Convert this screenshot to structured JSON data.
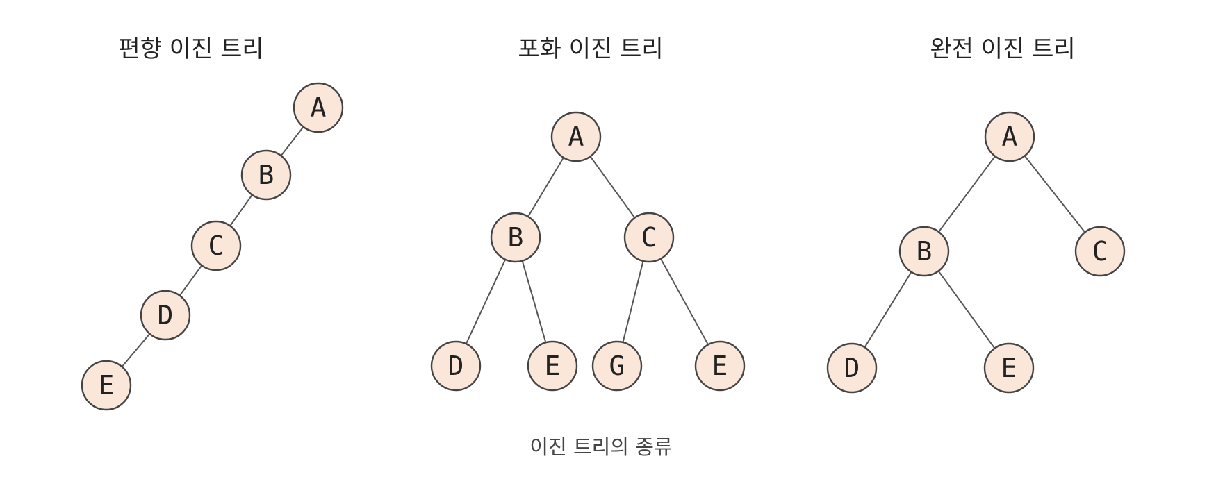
{
  "diagram": {
    "caption": "이진 트리의 종류",
    "colors": {
      "node_fill": "#fbe7d9",
      "node_stroke": "#444444",
      "edge": "#555555",
      "text": "#222222"
    },
    "trees": [
      {
        "title": "편향 이진 트리",
        "nodes": [
          {
            "id": "A",
            "label": "A"
          },
          {
            "id": "B",
            "label": "B"
          },
          {
            "id": "C",
            "label": "C"
          },
          {
            "id": "D",
            "label": "D"
          },
          {
            "id": "E",
            "label": "E"
          }
        ],
        "edges": [
          [
            "A",
            "B"
          ],
          [
            "B",
            "C"
          ],
          [
            "C",
            "D"
          ],
          [
            "D",
            "E"
          ]
        ]
      },
      {
        "title": "포화 이진 트리",
        "nodes": [
          {
            "id": "A",
            "label": "A"
          },
          {
            "id": "B",
            "label": "B"
          },
          {
            "id": "C",
            "label": "C"
          },
          {
            "id": "D",
            "label": "D"
          },
          {
            "id": "E1",
            "label": "E"
          },
          {
            "id": "G",
            "label": "G"
          },
          {
            "id": "E2",
            "label": "E"
          }
        ],
        "edges": [
          [
            "A",
            "B"
          ],
          [
            "A",
            "C"
          ],
          [
            "B",
            "D"
          ],
          [
            "B",
            "E1"
          ],
          [
            "C",
            "G"
          ],
          [
            "C",
            "E2"
          ]
        ]
      },
      {
        "title": "완전 이진 트리",
        "nodes": [
          {
            "id": "A",
            "label": "A"
          },
          {
            "id": "B",
            "label": "B"
          },
          {
            "id": "C",
            "label": "C"
          },
          {
            "id": "D",
            "label": "D"
          },
          {
            "id": "E",
            "label": "E"
          }
        ],
        "edges": [
          [
            "A",
            "B"
          ],
          [
            "A",
            "C"
          ],
          [
            "B",
            "D"
          ],
          [
            "B",
            "E"
          ]
        ]
      }
    ]
  }
}
